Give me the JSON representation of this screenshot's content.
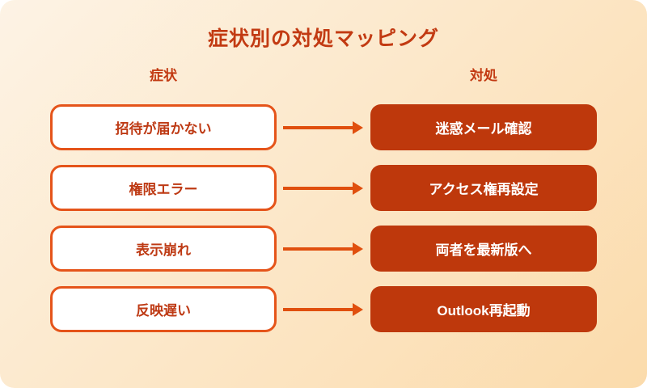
{
  "title": "症状別の対処マッピング",
  "columns": {
    "left_header": "症状",
    "right_header": "対処"
  },
  "rows": [
    {
      "symptom": "招待が届かない",
      "remedy": "迷惑メール確認"
    },
    {
      "symptom": "権限エラー",
      "remedy": "アクセス権再設定"
    },
    {
      "symptom": "表示崩れ",
      "remedy": "両者を最新版へ"
    },
    {
      "symptom": "反映遅い",
      "remedy": "Outlook再起動"
    }
  ],
  "colors": {
    "card_gradient_start": "#FDF3E5",
    "card_gradient_end": "#FBDBAB",
    "heading_text": "#C23A12",
    "symptom_box_bg": "#FFFFFF",
    "symptom_box_border": "#E5541A",
    "symptom_text": "#BE3A14",
    "remedy_box_bg": "#BE380C",
    "remedy_text": "#FFFFFF",
    "arrow": "#E04F0E"
  }
}
